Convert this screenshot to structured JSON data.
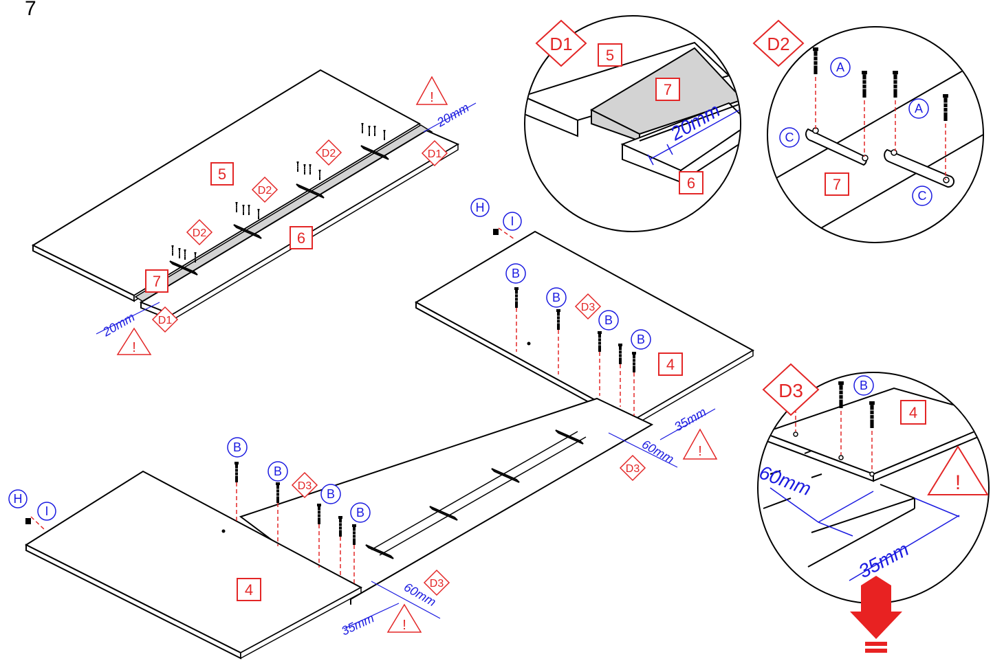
{
  "step_number": "7",
  "colors": {
    "part": "#e32626",
    "hardware": "#1a1ae0",
    "line": "#000000",
    "rail": "#d3d3d3"
  },
  "parts": {
    "p4": "4",
    "p5": "5",
    "p6": "6",
    "p7": "7"
  },
  "details": {
    "d1": "D1",
    "d2": "D2",
    "d3": "D3"
  },
  "hardware": {
    "a": "A",
    "b": "B",
    "c": "C",
    "h": "H",
    "i": "I"
  },
  "dimensions": {
    "d20": "20mm",
    "d35": "35mm",
    "d60": "60mm",
    "d60big": "60mm",
    "d35big": "35mm",
    "d20big": "20mm"
  },
  "warning": "!"
}
